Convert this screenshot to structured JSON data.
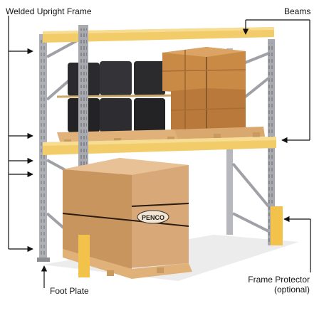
{
  "labels": {
    "welded_upright_frame": "Welded Upright Frame",
    "beams": "Beams",
    "foot_plate": "Foot Plate",
    "frame_protector_line1": "Frame Protector",
    "frame_protector_line2": "(optional)"
  },
  "box_printing": {
    "brand": "PENCO"
  },
  "colors": {
    "upright": "#a9aab0",
    "beam": "#f3cc6a",
    "protector": "#f2c24a",
    "cardboard": "#d9a878",
    "crate": "#c98a45",
    "drum": "#2b2b2e",
    "pallet": "#e0b27a",
    "leader_line": "#111111"
  },
  "icons": [
    "arrow-right-icon",
    "arrow-left-icon",
    "arrow-down-icon",
    "arrow-up-icon"
  ]
}
